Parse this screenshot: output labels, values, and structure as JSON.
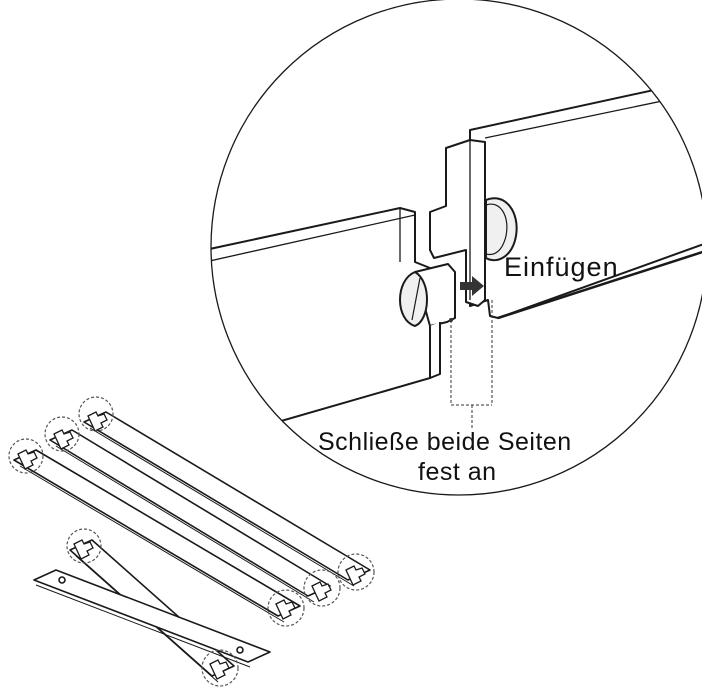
{
  "labels": {
    "insert": "Einfügen",
    "lock_line1": "Schließe beide Seiten",
    "lock_line2": "fest an"
  },
  "colors": {
    "stroke": "#1a1a1a",
    "fill": "#ffffff",
    "shade": "#e6e6e6",
    "arrow": "#333333"
  },
  "icons": {
    "arrow": "insert-arrow-icon",
    "detail_marker": "dashed-circle-icon"
  }
}
